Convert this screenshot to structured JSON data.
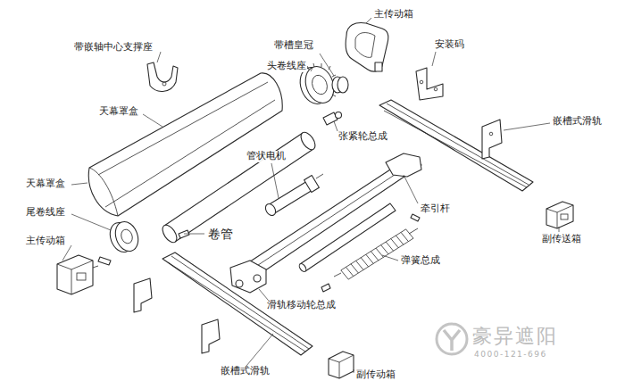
{
  "diagram": {
    "labels": [
      "带嵌轴中心支撑座",
      "天幕罩盒",
      "带槽皇冠",
      "头卷线座",
      "主传动箱",
      "安装码",
      "张紧轮总成",
      "嵌槽式滑轨",
      "管状电机",
      "天幕罩盒",
      "尾卷线座",
      "卷管",
      "牵引杆",
      "主传动箱",
      "弹簧总成",
      "副传送箱",
      "滑轨移动轮总成",
      "嵌槽式滑轨",
      "副传动箱",
      "豪异遮阳",
      "4000-121-696"
    ]
  }
}
